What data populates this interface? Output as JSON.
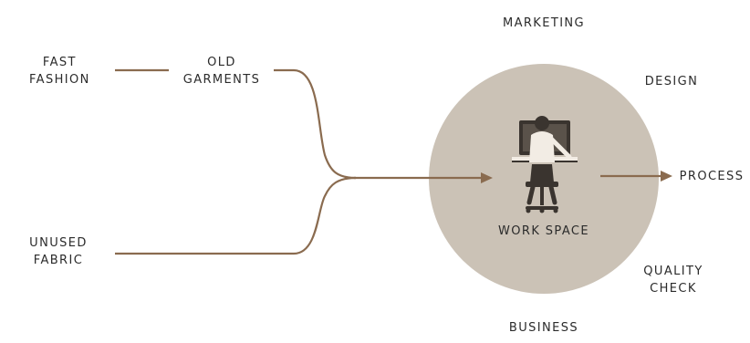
{
  "labels": {
    "fast_fashion": [
      "FAST",
      "FASHION"
    ],
    "old_garments": [
      "OLD",
      "GARMENTS"
    ],
    "unused_fabric": [
      "UNUSED",
      "FABRIC"
    ],
    "work_space": "WORK SPACE",
    "marketing": "MARKETING",
    "design": "DESIGN",
    "process": "PROCESS",
    "quality_check": [
      "QUALITY",
      "CHECK"
    ],
    "business": "BUSINESS"
  },
  "icons": {
    "worker": "person-at-computer-icon"
  },
  "colors": {
    "line": "#8a6b4f",
    "circle": "#cbc2b6",
    "icon_dark": "#3a342f",
    "icon_light": "#f2ece4",
    "text": "#2b2b2b"
  }
}
